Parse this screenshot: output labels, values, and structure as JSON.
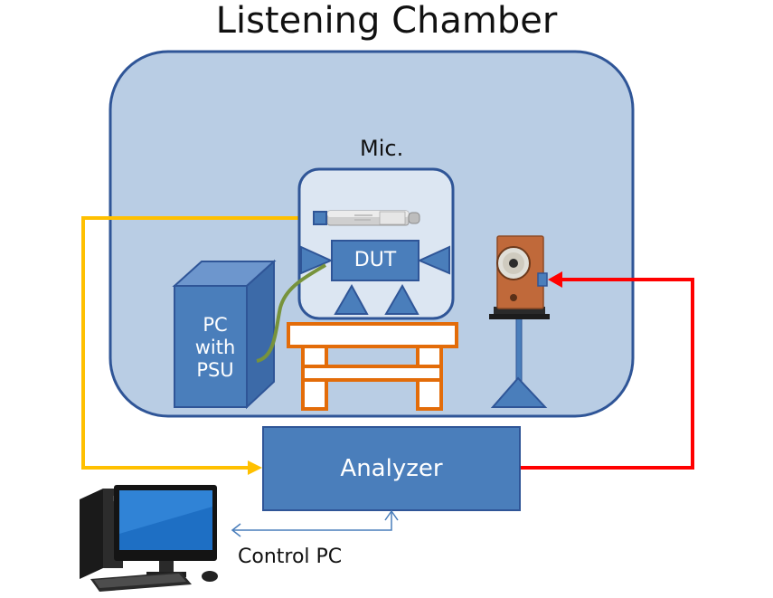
{
  "title": "Listening Chamber",
  "labels": {
    "mic": "Mic.",
    "dut": "DUT",
    "pc_psu": [
      "PC",
      "with",
      "PSU"
    ],
    "analyzer": "Analyzer",
    "control_pc": "Control PC"
  },
  "colors": {
    "chamber_fill": "#b9cde4",
    "chamber_stroke": "#2f5597",
    "box_fill": "#4a7ebb",
    "inner_fill": "#dce6f2",
    "table_stroke": "#e36c09",
    "mic_cable": "#ffc000",
    "speaker_cable": "#ff0000",
    "psu_cable": "#77933c",
    "control_link": "#4a7ebb"
  },
  "icons": [
    "microphone-icon",
    "speaker-icon",
    "desktop-computer-icon"
  ]
}
